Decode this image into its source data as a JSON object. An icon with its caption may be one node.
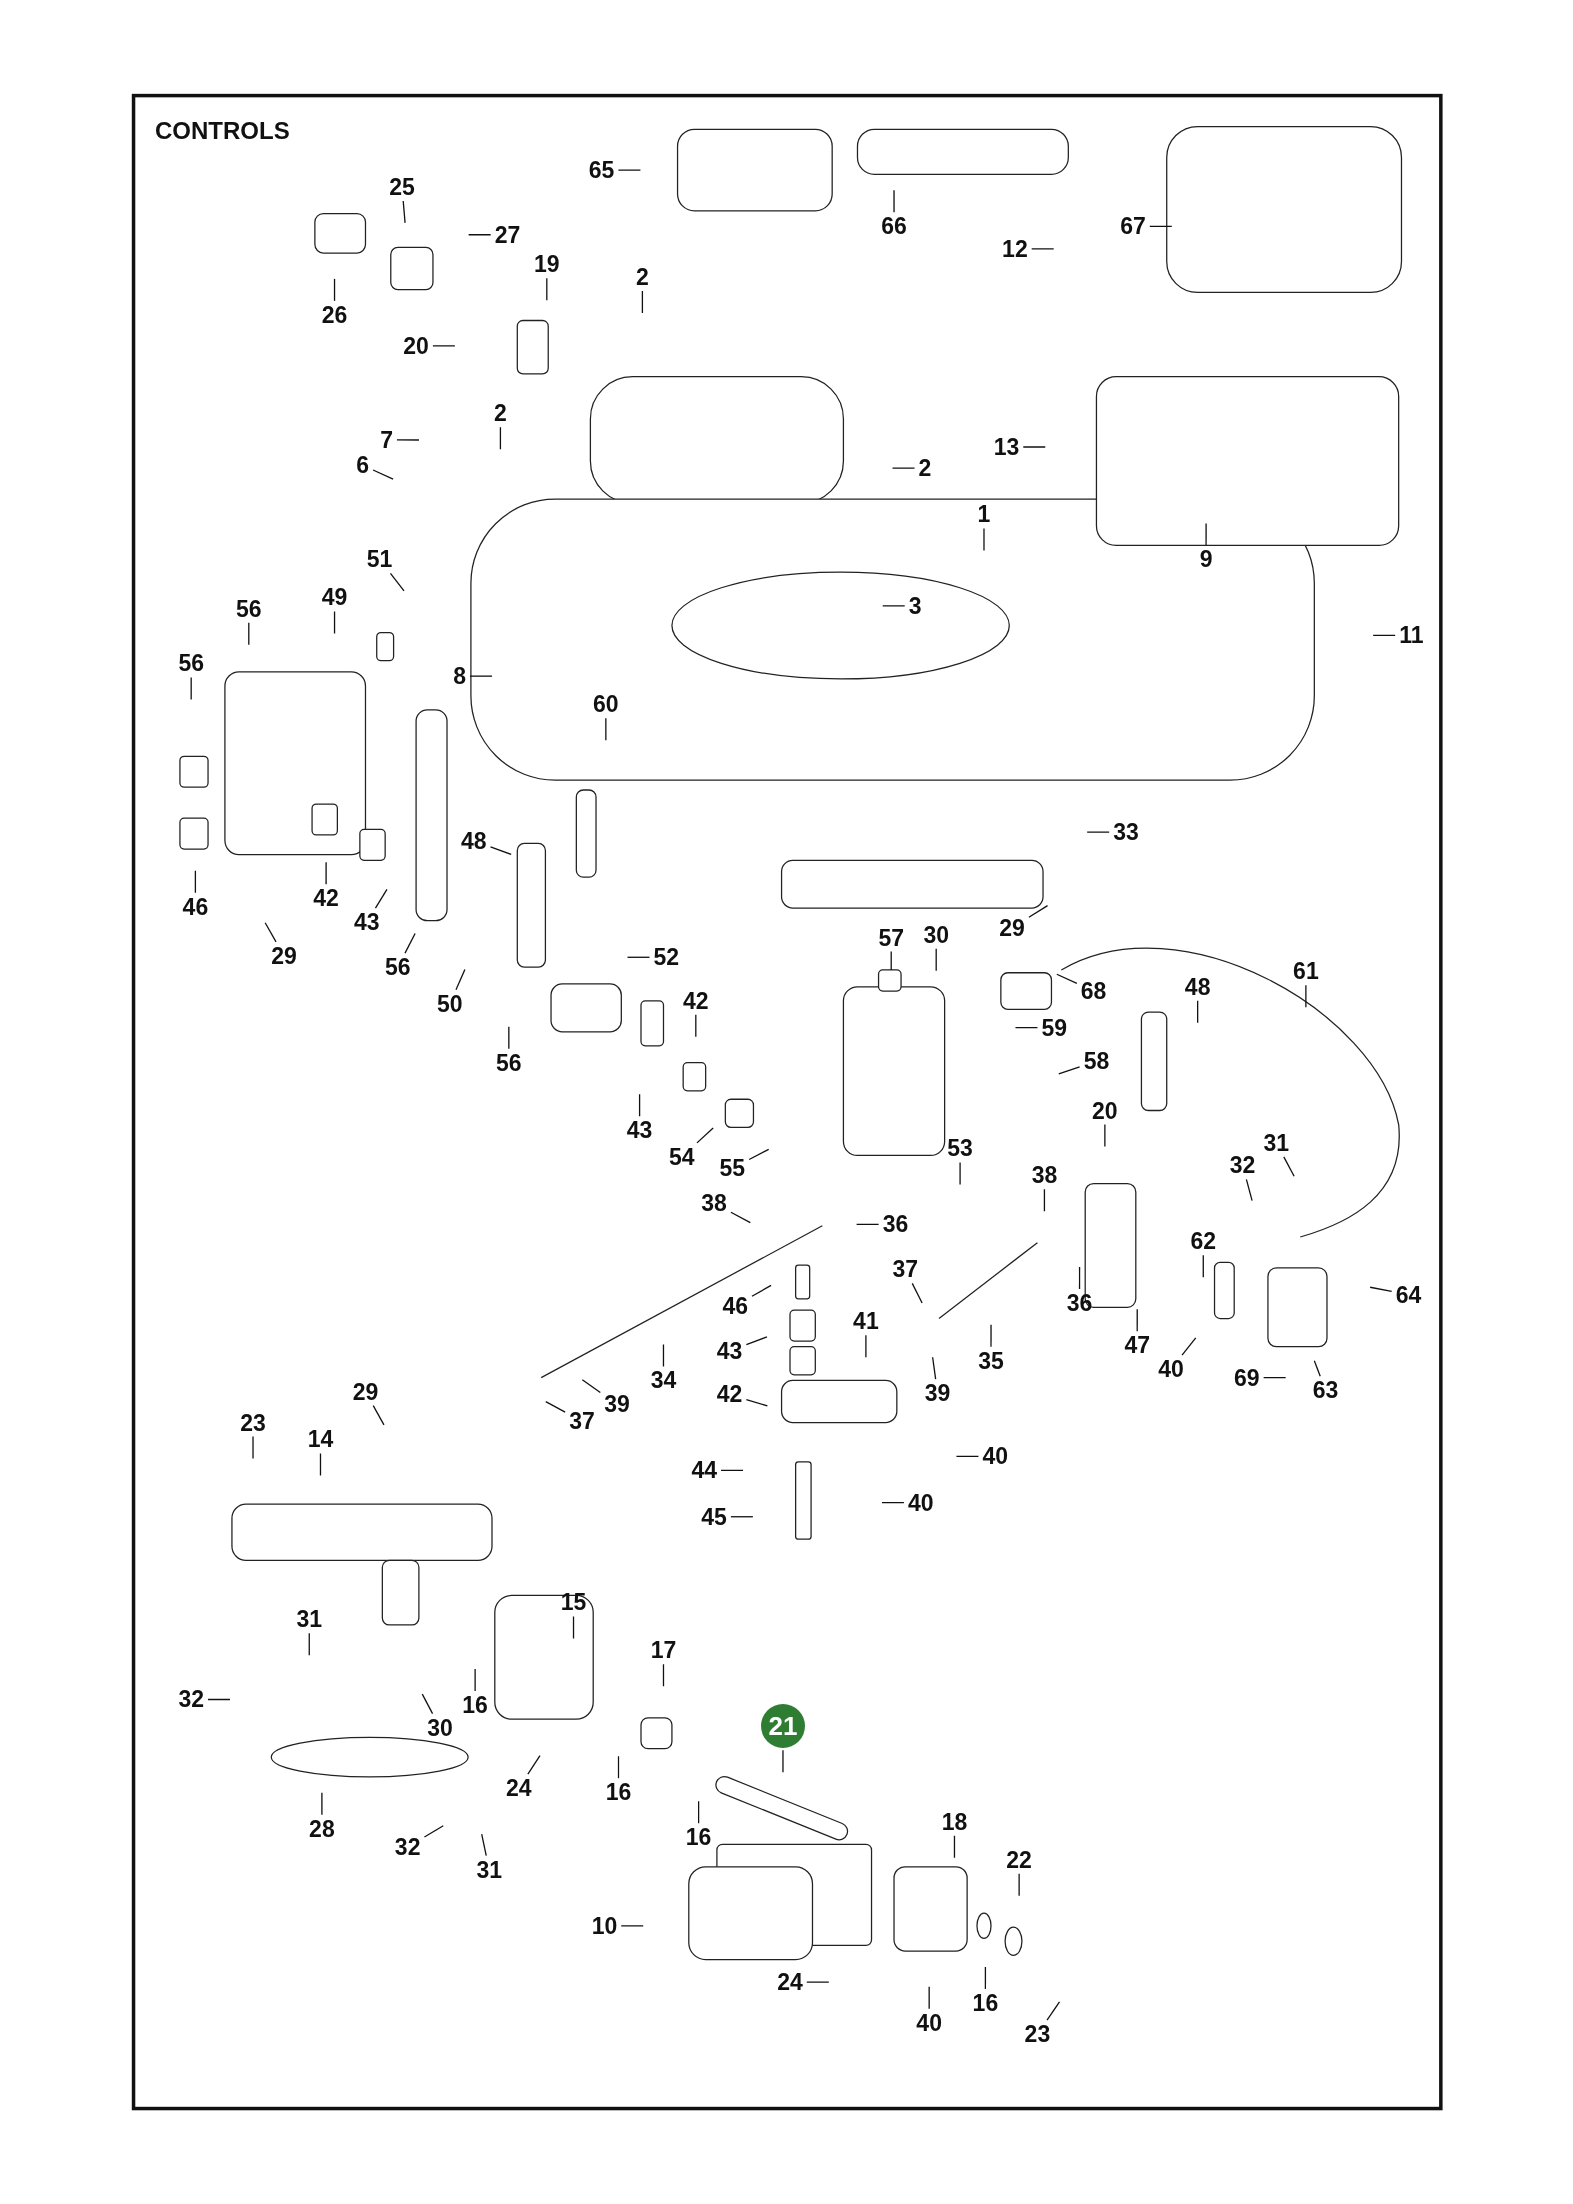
{
  "diagram": {
    "title": "CONTROLS",
    "nodes": [
      {
        "text": [
          "65"
        ]
      },
      {
        "text": [
          "66"
        ]
      },
      {
        "text": [
          "67"
        ]
      },
      {
        "text": [
          "25"
        ]
      },
      {
        "text": [
          "27"
        ]
      },
      {
        "text": [
          "19"
        ]
      },
      {
        "text": [
          "26"
        ]
      },
      {
        "text": [
          "2"
        ]
      },
      {
        "text": [
          "20"
        ]
      },
      {
        "text": [
          "12"
        ]
      },
      {
        "text": [
          "2"
        ]
      },
      {
        "text": [
          "7"
        ]
      },
      {
        "text": [
          "6"
        ]
      },
      {
        "text": [
          "2"
        ]
      },
      {
        "text": [
          "13"
        ]
      },
      {
        "text": [
          "1"
        ]
      },
      {
        "text": [
          "9"
        ]
      },
      {
        "text": [
          "3"
        ]
      },
      {
        "text": [
          "51"
        ]
      },
      {
        "text": [
          "56"
        ]
      },
      {
        "text": [
          "49"
        ]
      },
      {
        "text": [
          "11"
        ]
      },
      {
        "text": [
          "8"
        ]
      },
      {
        "text": [
          "56"
        ]
      },
      {
        "text": [
          "60"
        ]
      },
      {
        "text": [
          "33"
        ]
      },
      {
        "text": [
          "46"
        ]
      },
      {
        "text": [
          "42"
        ]
      },
      {
        "text": [
          "43"
        ]
      },
      {
        "text": [
          "29"
        ]
      },
      {
        "text": [
          "48"
        ]
      },
      {
        "text": [
          "56"
        ]
      },
      {
        "text": [
          "50"
        ]
      },
      {
        "text": [
          "52"
        ]
      },
      {
        "text": [
          "29"
        ]
      },
      {
        "text": [
          "57"
        ]
      },
      {
        "text": [
          "30"
        ]
      },
      {
        "text": [
          "61"
        ]
      },
      {
        "text": [
          "68"
        ]
      },
      {
        "text": [
          "48"
        ]
      },
      {
        "text": [
          "59"
        ]
      },
      {
        "text": [
          "58"
        ]
      },
      {
        "text": [
          "42"
        ]
      },
      {
        "text": [
          "56"
        ]
      },
      {
        "text": [
          "43"
        ]
      },
      {
        "text": [
          "54"
        ]
      },
      {
        "text": [
          "55"
        ]
      },
      {
        "text": [
          "53"
        ]
      },
      {
        "text": [
          "20"
        ]
      },
      {
        "text": [
          "32"
        ]
      },
      {
        "text": [
          "31"
        ]
      },
      {
        "text": [
          "38"
        ]
      },
      {
        "text": [
          "36"
        ]
      },
      {
        "text": [
          "38"
        ]
      },
      {
        "text": [
          "37"
        ]
      },
      {
        "text": [
          "62"
        ]
      },
      {
        "text": [
          "64"
        ]
      },
      {
        "text": [
          "46"
        ]
      },
      {
        "text": [
          "41"
        ]
      },
      {
        "text": [
          "36"
        ]
      },
      {
        "text": [
          "43"
        ]
      },
      {
        "text": [
          "35"
        ]
      },
      {
        "text": [
          "34"
        ]
      },
      {
        "text": [
          "47"
        ]
      },
      {
        "text": [
          "40"
        ]
      },
      {
        "text": [
          "39"
        ]
      },
      {
        "text": [
          "39"
        ]
      },
      {
        "text": [
          "37"
        ]
      },
      {
        "text": [
          "42"
        ]
      },
      {
        "text": [
          "69"
        ]
      },
      {
        "text": [
          "63"
        ]
      },
      {
        "text": [
          "29"
        ]
      },
      {
        "text": [
          "23"
        ]
      },
      {
        "text": [
          "14"
        ]
      },
      {
        "text": [
          "40"
        ]
      },
      {
        "text": [
          "44"
        ]
      },
      {
        "text": [
          "40"
        ]
      },
      {
        "text": [
          "45"
        ]
      },
      {
        "text": [
          "15"
        ]
      },
      {
        "text": [
          "31"
        ]
      },
      {
        "text": [
          "17"
        ]
      },
      {
        "text": [
          "32"
        ]
      },
      {
        "text": [
          "16"
        ]
      },
      {
        "text": [
          "30"
        ]
      },
      {
        "text": [
          "21"
        ]
      },
      {
        "text": [
          "24"
        ]
      },
      {
        "text": [
          "16"
        ]
      },
      {
        "text": [
          "28"
        ]
      },
      {
        "text": [
          "16"
        ]
      },
      {
        "text": [
          "18"
        ]
      },
      {
        "text": [
          "32"
        ]
      },
      {
        "text": [
          "31"
        ]
      },
      {
        "text": [
          "22"
        ]
      },
      {
        "text": [
          "10"
        ]
      },
      {
        "text": [
          "24"
        ]
      },
      {
        "text": [
          "40"
        ]
      },
      {
        "text": [
          "16"
        ]
      },
      {
        "text": [
          "23"
        ]
      }
    ],
    "edges": [
      {
        "from": 0,
        "to": null,
        "arrow": "none"
      },
      {
        "from": 1,
        "to": null,
        "arrow": "none"
      },
      {
        "from": 2,
        "to": null,
        "arrow": "none"
      },
      {
        "from": 3,
        "to": null,
        "arrow": "none"
      },
      {
        "from": 4,
        "to": null,
        "arrow": "none"
      },
      {
        "from": 5,
        "to": null,
        "arrow": "none"
      },
      {
        "from": 6,
        "to": null,
        "arrow": "none"
      },
      {
        "from": 7,
        "to": null,
        "arrow": "none"
      },
      {
        "from": 8,
        "to": null,
        "arrow": "none"
      },
      {
        "from": 9,
        "to": null,
        "arrow": "none"
      },
      {
        "from": 10,
        "to": null,
        "arrow": "none"
      },
      {
        "from": 11,
        "to": null,
        "arrow": "none"
      },
      {
        "from": 12,
        "to": null,
        "arrow": "none"
      },
      {
        "from": 13,
        "to": null,
        "arrow": "none"
      },
      {
        "from": 14,
        "to": null,
        "arrow": "none"
      },
      {
        "from": 15,
        "to": null,
        "arrow": "none"
      },
      {
        "from": 16,
        "to": null,
        "arrow": "none"
      },
      {
        "from": 17,
        "to": null,
        "arrow": "none"
      },
      {
        "from": 18,
        "to": null,
        "arrow": "none"
      },
      {
        "from": 19,
        "to": null,
        "arrow": "none"
      },
      {
        "from": 20,
        "to": null,
        "arrow": "none"
      },
      {
        "from": 21,
        "to": null,
        "arrow": "none"
      },
      {
        "from": 22,
        "to": null,
        "arrow": "none"
      },
      {
        "from": 23,
        "to": null,
        "arrow": "none"
      },
      {
        "from": 24,
        "to": null,
        "arrow": "none"
      },
      {
        "from": 25,
        "to": null,
        "arrow": "none"
      },
      {
        "from": 26,
        "to": null,
        "arrow": "none"
      },
      {
        "from": 27,
        "to": null,
        "arrow": "none"
      },
      {
        "from": 28,
        "to": null,
        "arrow": "none"
      },
      {
        "from": 29,
        "to": null,
        "arrow": "none"
      },
      {
        "from": 30,
        "to": null,
        "arrow": "none"
      },
      {
        "from": 31,
        "to": null,
        "arrow": "none"
      },
      {
        "from": 32,
        "to": null,
        "arrow": "none"
      },
      {
        "from": 33,
        "to": null,
        "arrow": "none"
      },
      {
        "from": 34,
        "to": null,
        "arrow": "none"
      },
      {
        "from": 35,
        "to": null,
        "arrow": "none"
      },
      {
        "from": 36,
        "to": null,
        "arrow": "none"
      },
      {
        "from": 37,
        "to": null,
        "arrow": "none"
      },
      {
        "from": 38,
        "to": null,
        "arrow": "none"
      },
      {
        "from": 39,
        "to": null,
        "arrow": "none"
      },
      {
        "from": 40,
        "to": null,
        "arrow": "none"
      },
      {
        "from": 41,
        "to": null,
        "arrow": "none"
      },
      {
        "from": 42,
        "to": null,
        "arrow": "none"
      },
      {
        "from": 43,
        "to": null,
        "arrow": "none"
      },
      {
        "from": 44,
        "to": null,
        "arrow": "none"
      },
      {
        "from": 45,
        "to": null,
        "arrow": "none"
      },
      {
        "from": 46,
        "to": null,
        "arrow": "none"
      },
      {
        "from": 47,
        "to": null,
        "arrow": "none"
      },
      {
        "from": 48,
        "to": null,
        "arrow": "none"
      },
      {
        "from": 49,
        "to": null,
        "arrow": "none"
      },
      {
        "from": 50,
        "to": null,
        "arrow": "none"
      },
      {
        "from": 51,
        "to": null,
        "arrow": "none"
      },
      {
        "from": 52,
        "to": null,
        "arrow": "none"
      },
      {
        "from": 53,
        "to": null,
        "arrow": "none"
      },
      {
        "from": 54,
        "to": null,
        "arrow": "none"
      },
      {
        "from": 55,
        "to": null,
        "arrow": "none"
      },
      {
        "from": 56,
        "to": null,
        "arrow": "none"
      },
      {
        "from": 57,
        "to": null,
        "arrow": "none"
      },
      {
        "from": 58,
        "to": null,
        "arrow": "none"
      },
      {
        "from": 59,
        "to": null,
        "arrow": "none"
      },
      {
        "from": 60,
        "to": null,
        "arrow": "none"
      },
      {
        "from": 61,
        "to": null,
        "arrow": "none"
      },
      {
        "from": 62,
        "to": null,
        "arrow": "none"
      },
      {
        "from": 63,
        "to": null,
        "arrow": "none"
      },
      {
        "from": 64,
        "to": null,
        "arrow": "none"
      },
      {
        "from": 65,
        "to": null,
        "arrow": "none"
      },
      {
        "from": 66,
        "to": null,
        "arrow": "none"
      },
      {
        "from": 67,
        "to": null,
        "arrow": "none"
      },
      {
        "from": 68,
        "to": null,
        "arrow": "none"
      },
      {
        "from": 69,
        "to": null,
        "arrow": "none"
      },
      {
        "from": 70,
        "to": null,
        "arrow": "none"
      },
      {
        "from": 71,
        "to": null,
        "arrow": "none"
      },
      {
        "from": 72,
        "to": null,
        "arrow": "none"
      },
      {
        "from": 73,
        "to": null,
        "arrow": "none"
      },
      {
        "from": 74,
        "to": null,
        "arrow": "none"
      },
      {
        "from": 75,
        "to": null,
        "arrow": "none"
      },
      {
        "from": 76,
        "to": null,
        "arrow": "none"
      },
      {
        "from": 77,
        "to": null,
        "arrow": "none"
      },
      {
        "from": 78,
        "to": null,
        "arrow": "none"
      },
      {
        "from": 79,
        "to": null,
        "arrow": "none"
      },
      {
        "from": 80,
        "to": null,
        "arrow": "none"
      },
      {
        "from": 81,
        "to": null,
        "arrow": "none"
      },
      {
        "from": 82,
        "to": null,
        "arrow": "none"
      },
      {
        "from": 83,
        "to": null,
        "arrow": "none"
      },
      {
        "from": 84,
        "to": null,
        "arrow": "none"
      },
      {
        "from": 85,
        "to": null,
        "arrow": "none"
      },
      {
        "from": 86,
        "to": null,
        "arrow": "none"
      },
      {
        "from": 87,
        "to": null,
        "arrow": "none"
      },
      {
        "from": 88,
        "to": null,
        "arrow": "none"
      },
      {
        "from": 89,
        "to": null,
        "arrow": "none"
      },
      {
        "from": 90,
        "to": null,
        "arrow": "none"
      },
      {
        "from": 91,
        "to": null,
        "arrow": "none"
      },
      {
        "from": 92,
        "to": null,
        "arrow": "none"
      },
      {
        "from": 93,
        "to": null,
        "arrow": "none"
      },
      {
        "from": 94,
        "to": null,
        "arrow": "none"
      },
      {
        "from": 95,
        "to": null,
        "arrow": "none"
      },
      {
        "from": 96,
        "to": null,
        "arrow": "none"
      },
      {
        "from": 97,
        "to": null,
        "arrow": "none"
      }
    ]
  }
}
